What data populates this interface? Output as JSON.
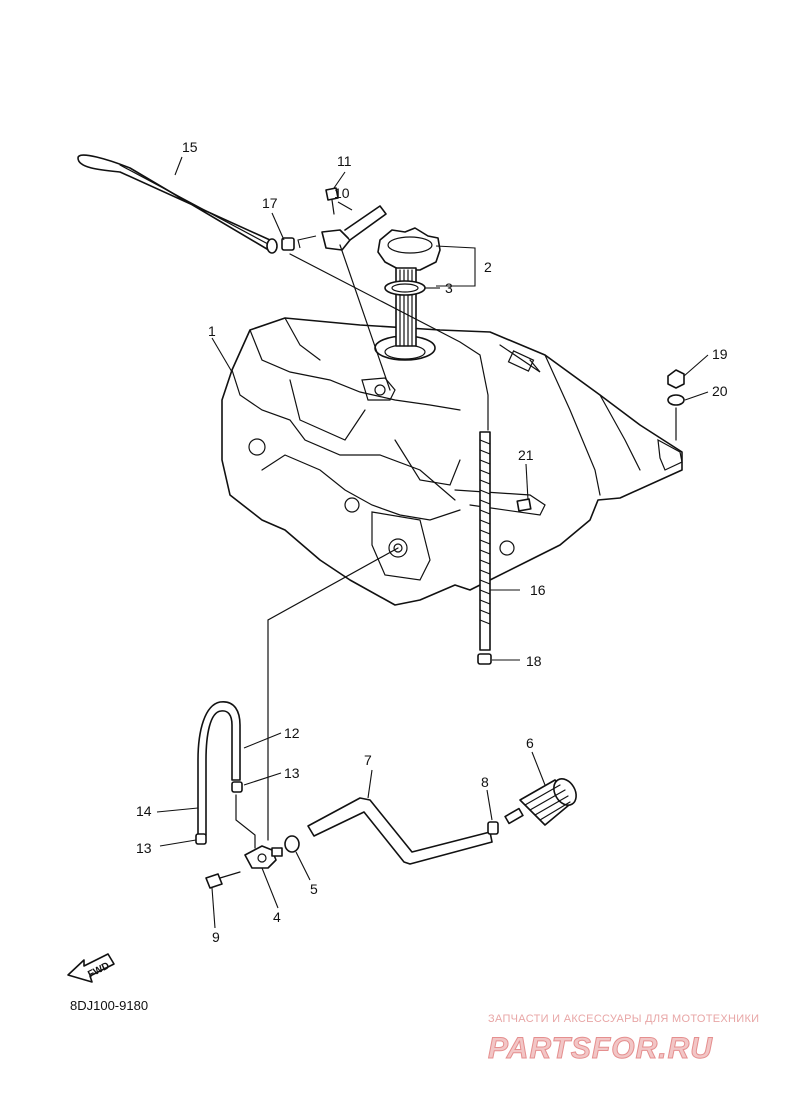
{
  "callouts": [
    "1",
    "2",
    "3",
    "4",
    "5",
    "6",
    "7",
    "8",
    "9",
    "10",
    "11",
    "12",
    "13",
    "13",
    "14",
    "15",
    "16",
    "17",
    "18",
    "19",
    "20",
    "21"
  ],
  "diagram_code": "8DJ100-9180",
  "fwd_label": "FWD",
  "watermark": {
    "tagline": "ЗАПЧАСТИ И АКСЕССУАРЫ ДЛЯ МОТОТЕХНИКИ",
    "brand": "PARTSFOR.RU",
    "color": "#e58f8f"
  }
}
